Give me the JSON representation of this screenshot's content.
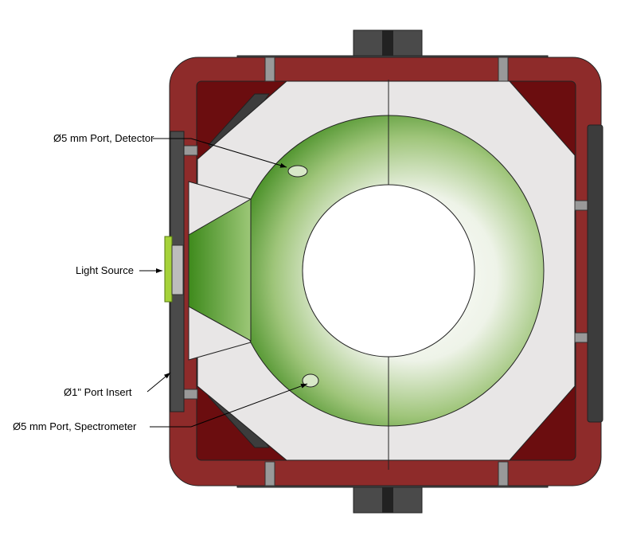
{
  "labels": {
    "detector_port": "Ø5 mm Port, Detector",
    "light_source": "Light Source",
    "port_insert": "Ø1\" Port Insert",
    "spectrometer_port": "Ø5 mm Port, Spectrometer"
  },
  "colors": {
    "housing": "#8e2b2a",
    "housing_inner": "#6b0d0f",
    "body": "#e8e6e6",
    "hardware": "#4a4a4a",
    "sphere_green": "#4a8f22",
    "light_source": "#a6d23a"
  }
}
